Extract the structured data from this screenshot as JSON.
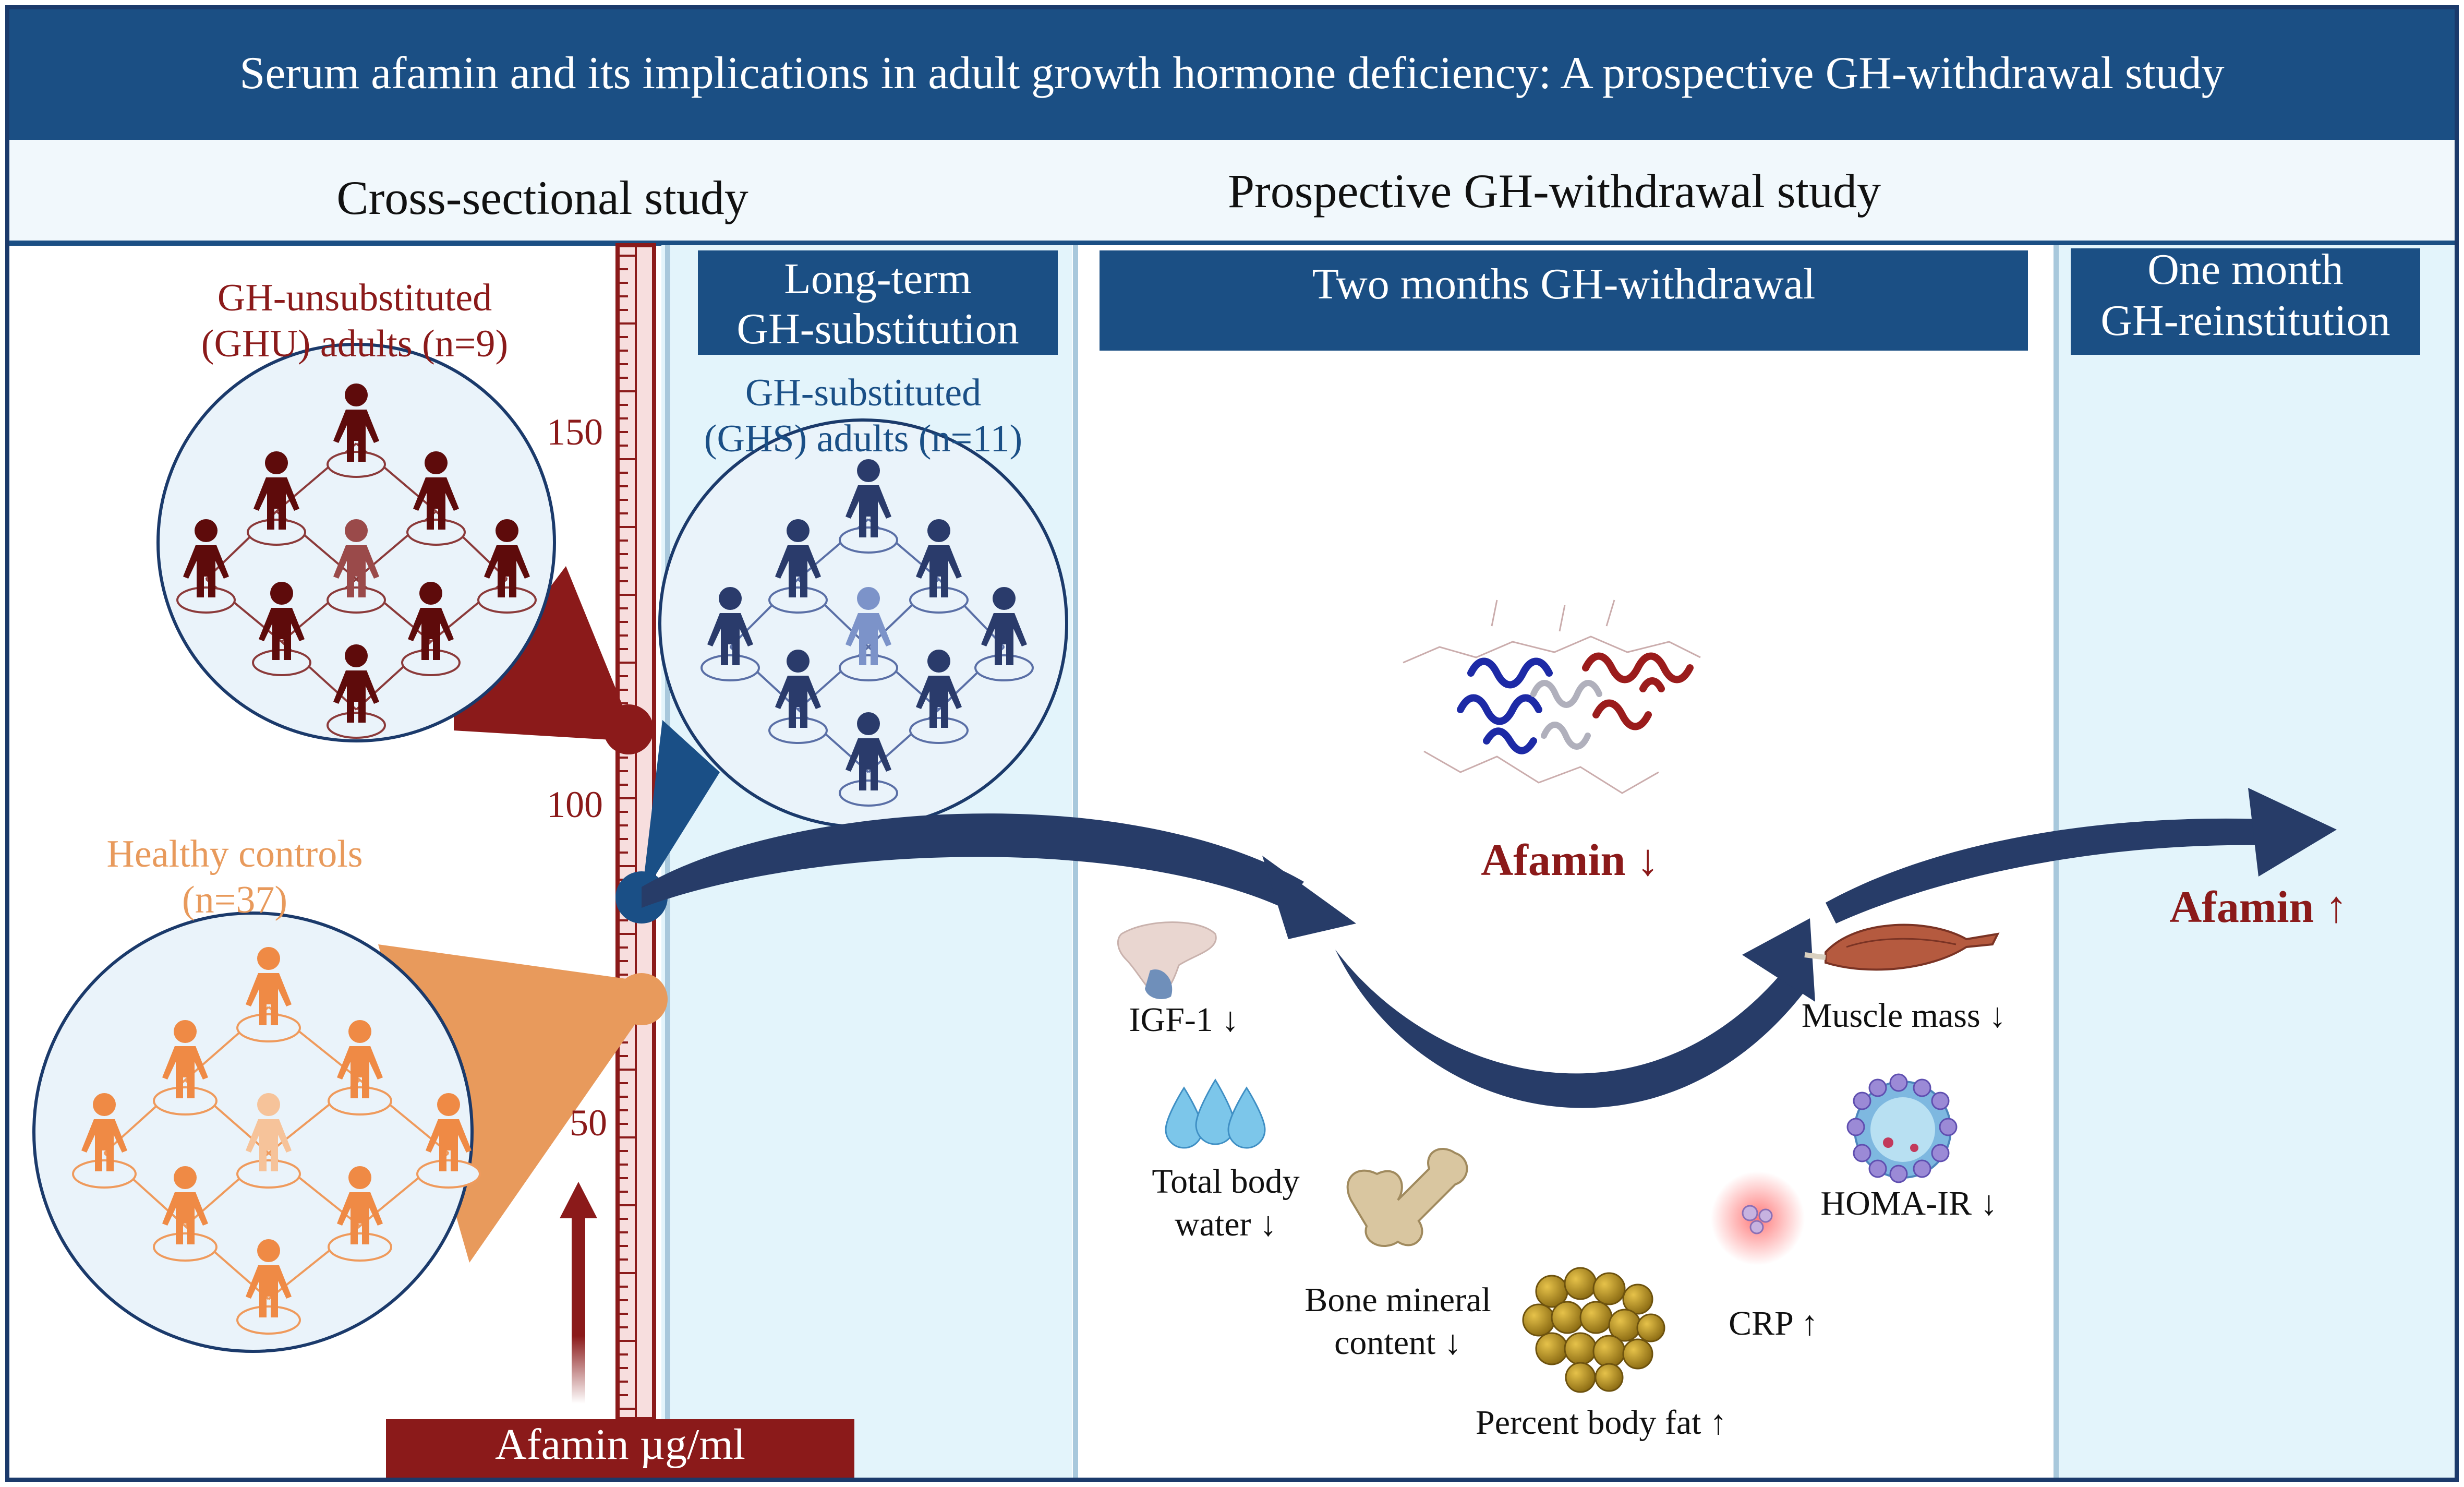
{
  "title": "Serum afamin and its implications in adult growth hormone deficiency: A prospective GH-withdrawal study",
  "sections": {
    "cross_sectional": "Cross-sectional study",
    "prospective": "Prospective GH-withdrawal study"
  },
  "phases": {
    "long_term": [
      "Long-term",
      "GH-substitution"
    ],
    "withdrawal": "Two months GH-withdrawal",
    "reinstitution": [
      "One month",
      "GH-reinstitution"
    ]
  },
  "groups": {
    "ghu": [
      "GH-unsubstituted",
      "(GHU) adults (n=9)"
    ],
    "ghs": [
      "GH-substituted",
      "(GHS) adults (n=11)"
    ],
    "controls": [
      "Healthy controls",
      "(n=37)"
    ]
  },
  "scale": {
    "ticks": [
      "150",
      "100",
      "50"
    ],
    "unit_label": "Afamin µg/ml"
  },
  "afamin": {
    "withdrawal": "Afamin ↓",
    "reinstitution": "Afamin ↑"
  },
  "markers": {
    "igf1": "IGF-1 ↓",
    "body_water": [
      "Total body",
      "water ↓"
    ],
    "bone": [
      "Bone mineral",
      "content ↓"
    ],
    "body_fat": "Percent body fat ↑",
    "crp": "CRP ↑",
    "muscle": "Muscle mass ↓",
    "homa": "HOMA-IR ↓"
  },
  "colors": {
    "navy_header": "#1b4f84",
    "maroon": "#8b1a1a",
    "ghs_blue": "#1a4f86",
    "orange": "#e89a5c",
    "light_blue_panel": "#e3f4fb",
    "arrow_navy": "#273c68"
  }
}
